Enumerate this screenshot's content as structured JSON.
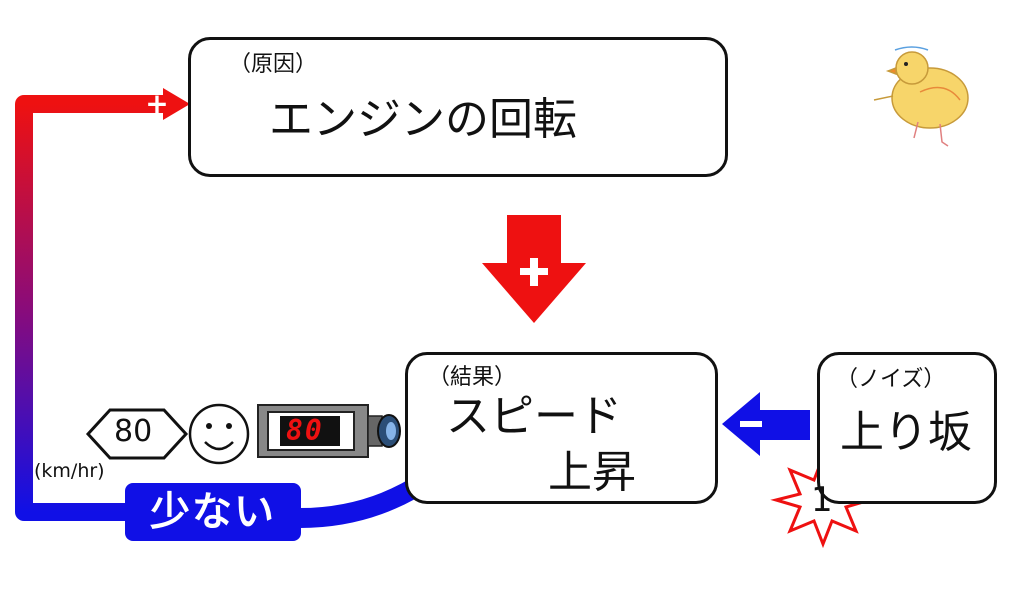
{
  "cause": {
    "tag": "（原因）",
    "text": "エンジンの回転"
  },
  "result": {
    "tag": "（結果）",
    "line1": "スピード",
    "line2": "上昇"
  },
  "noise": {
    "tag": "（ノイズ）",
    "text": "上り坂",
    "badge": "1"
  },
  "feedback": {
    "label": "少ない",
    "unit": "(km/hr)",
    "sign_plus": "+"
  },
  "arrows": {
    "cause_to_result": "+",
    "noise_to_result": "−"
  },
  "meter": {
    "speed_sign": "80",
    "display": "80"
  },
  "colors": {
    "red": "#ee1111",
    "blue": "#1010e6",
    "black": "#111111"
  }
}
